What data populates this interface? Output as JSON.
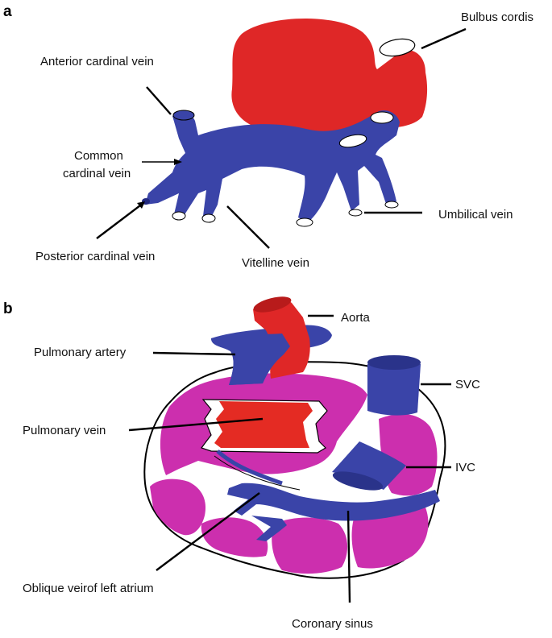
{
  "panel_a": {
    "letter": "a",
    "labels": {
      "bulbus_cordis": "Bulbus cordis",
      "anterior_cardinal_vein": "Anterior cardinal vein",
      "common_cardinal_vein_line1": "Common",
      "common_cardinal_vein_line2": "cardinal vein",
      "umbilical_vein": "Umbilical vein",
      "posterior_cardinal_vein": "Posterior cardinal vein",
      "vitelline_vein": "Vitelline vein"
    }
  },
  "panel_b": {
    "letter": "b",
    "labels": {
      "aorta": "Aorta",
      "pulmonary_artery": "Pulmonary artery",
      "svc": "SVC",
      "pulmonary_vein": "Pulmonary vein",
      "ivc": "IVC",
      "oblique_vein": "Oblique veirof left atrium",
      "coronary_sinus": "Coronary sinus"
    }
  },
  "colors": {
    "vein_blue": "#3a44a8",
    "artery_red": "#df2727",
    "atrium_magenta": "#cc2fae",
    "outline": "#000000"
  }
}
